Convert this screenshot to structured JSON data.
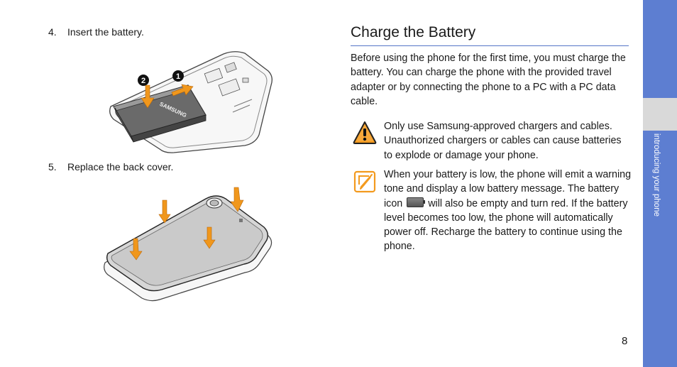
{
  "steps": [
    {
      "number": "4.",
      "text": "Insert the battery."
    },
    {
      "number": "5.",
      "text": "Replace the back cover."
    }
  ],
  "illustration": {
    "battery_brand": "SAMSUNG",
    "marker_1": "❶",
    "marker_2": "❷"
  },
  "section": {
    "title": "Charge the Battery",
    "intro": "Before using the phone for the first time, you must charge the battery. You can charge the phone with the provided travel adapter or by connecting the phone to a PC with a PC data cable."
  },
  "warning": {
    "icon": "warning-icon",
    "text": "Only use Samsung-approved chargers and cables. Unauthorized chargers or cables can cause batteries to explode or damage your phone."
  },
  "note": {
    "icon": "note-icon",
    "text_before": "When your battery is low, the phone will emit a warning tone and display a low battery message. The battery icon",
    "inline_icon": "battery-icon",
    "text_after": "will also be empty and turn red. If the battery level becomes too low, the phone will automatically power off. Recharge the battery to continue using the phone."
  },
  "side_tab": {
    "label": "introducing your phone"
  },
  "page_number": "8",
  "colors": {
    "accent": "#5d7ed1",
    "rule": "#5575c7",
    "warning": "#f39a1e",
    "note": "#f39a1e",
    "arrow": "#f0971c"
  }
}
